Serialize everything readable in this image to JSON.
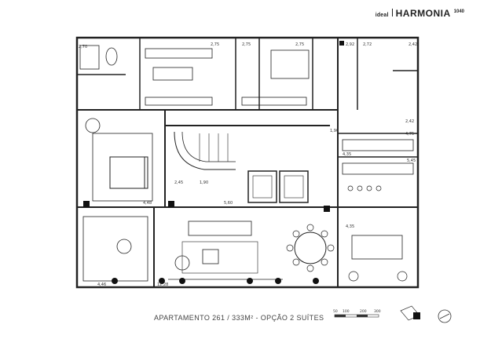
{
  "brand": {
    "prefix": "ideal",
    "name": "HARMONIA",
    "superscript": "1040"
  },
  "caption": "APARTAMENTO 261 / 333M² - OPÇÃO 2 SUÍTES",
  "dimensions": {
    "d1": "2,70",
    "d2": "2,75",
    "d3": "2,75",
    "d4": "2,75",
    "d5": "2,42",
    "d6": "2,92",
    "d7": "2,72",
    "d8": "2,42",
    "d9": "1,90",
    "d10": "4,75",
    "d11": "4,35",
    "d12": "5,45",
    "d13": "2,45",
    "d14": "1,90",
    "d15": "5,60",
    "d16": "4,35",
    "d17": "4,48",
    "d18": "4,46",
    "d19": "12,28"
  },
  "scale": {
    "labels": [
      "50",
      "100",
      "200",
      "300"
    ]
  },
  "colors": {
    "wall": "#222222",
    "fill": "#ffffff",
    "furniture": "#555555"
  }
}
